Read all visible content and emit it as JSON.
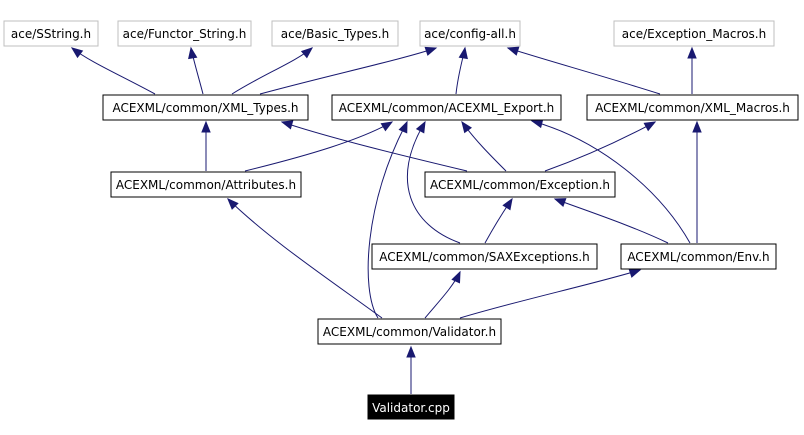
{
  "colors": {
    "edge": "#191970",
    "external_border": "#bfbfbf",
    "node_border": "#000000",
    "root_fill": "#000000",
    "root_text": "#ffffff"
  },
  "nodes": {
    "sstring": "ace/SString.h",
    "functor_string": "ace/Functor_String.h",
    "basic_types": "ace/Basic_Types.h",
    "config_all": "ace/config-all.h",
    "exception_macros": "ace/Exception_Macros.h",
    "xml_types": "ACEXML/common/XML_Types.h",
    "acexml_export": "ACEXML/common/ACEXML_Export.h",
    "xml_macros": "ACEXML/common/XML_Macros.h",
    "attributes": "ACEXML/common/Attributes.h",
    "exception": "ACEXML/common/Exception.h",
    "sax_exceptions": "ACEXML/common/SAXExceptions.h",
    "env": "ACEXML/common/Env.h",
    "validator_h": "ACEXML/common/Validator.h",
    "validator_cpp": "Validator.cpp"
  },
  "edges": [
    {
      "from": "validator_cpp",
      "to": "validator_h"
    },
    {
      "from": "validator_h",
      "to": "attributes"
    },
    {
      "from": "validator_h",
      "to": "acexml_export"
    },
    {
      "from": "validator_h",
      "to": "sax_exceptions"
    },
    {
      "from": "validator_h",
      "to": "env"
    },
    {
      "from": "attributes",
      "to": "xml_types"
    },
    {
      "from": "attributes",
      "to": "acexml_export"
    },
    {
      "from": "sax_exceptions",
      "to": "exception"
    },
    {
      "from": "sax_exceptions",
      "to": "acexml_export"
    },
    {
      "from": "env",
      "to": "exception"
    },
    {
      "from": "env",
      "to": "acexml_export"
    },
    {
      "from": "env",
      "to": "xml_macros"
    },
    {
      "from": "exception",
      "to": "xml_types"
    },
    {
      "from": "exception",
      "to": "acexml_export"
    },
    {
      "from": "exception",
      "to": "xml_macros"
    },
    {
      "from": "xml_types",
      "to": "sstring"
    },
    {
      "from": "xml_types",
      "to": "functor_string"
    },
    {
      "from": "xml_types",
      "to": "basic_types"
    },
    {
      "from": "xml_types",
      "to": "config_all"
    },
    {
      "from": "acexml_export",
      "to": "config_all"
    },
    {
      "from": "xml_macros",
      "to": "config_all"
    },
    {
      "from": "xml_macros",
      "to": "exception_macros"
    }
  ]
}
